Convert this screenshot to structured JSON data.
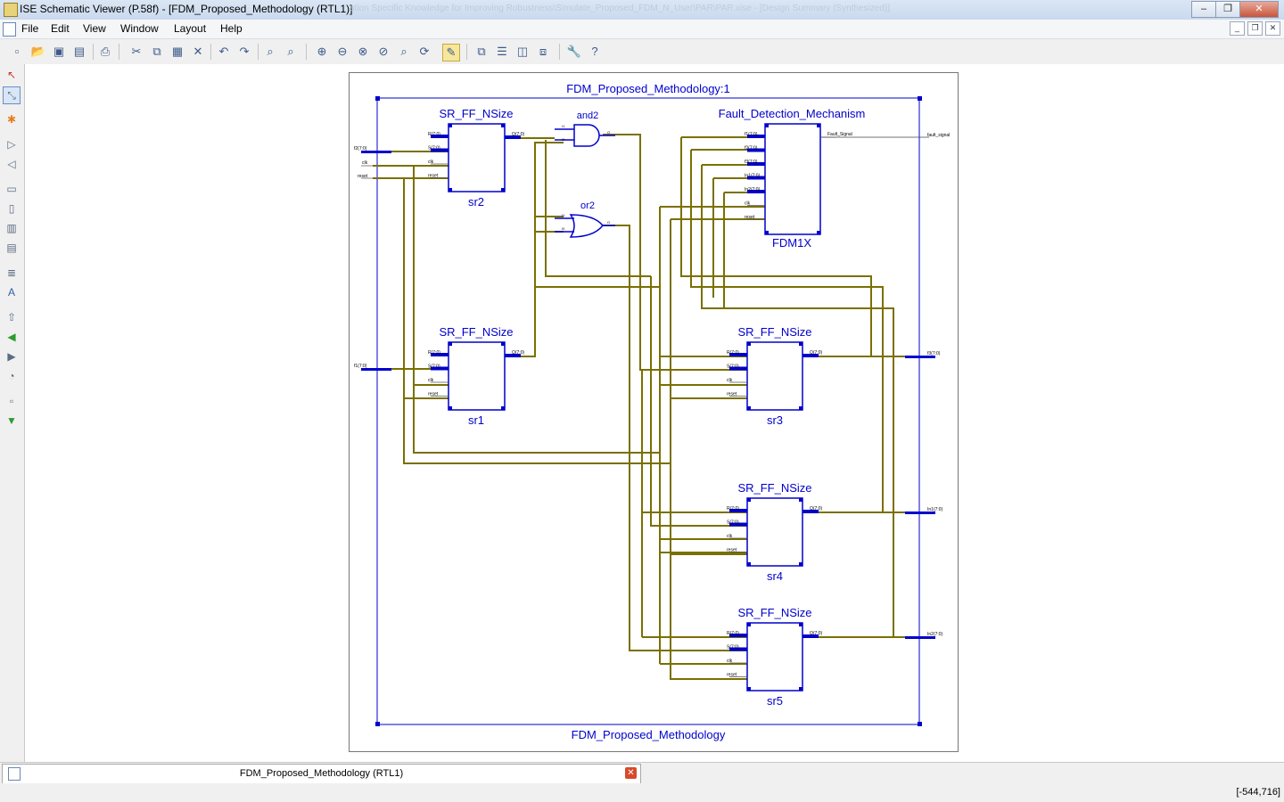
{
  "window": {
    "title": "ISE Schematic Viewer (P.58f) - [FDM_Proposed_Methodology (RTL1)]",
    "ghost_title": "ation Specific Knowledge for Improving Robustness\\Simulate_Proposed_FDM_N_User\\PAR\\PAR.xise - [Design Summary (Synthesized)]",
    "minimize": "–",
    "maximize": "❐",
    "close": "✕"
  },
  "menu": [
    "File",
    "Edit",
    "View",
    "Window",
    "Layout",
    "Help"
  ],
  "menu_access": [
    "F",
    "E",
    "V",
    "W",
    "L",
    "H"
  ],
  "toolbar_icons": [
    "new-file-icon",
    "open-file-icon",
    "save-icon",
    "save-all-icon",
    "print-icon",
    "cut-icon",
    "copy-icon",
    "paste-icon",
    "delete-icon",
    "undo-icon",
    "redo-icon",
    "find-icon",
    "find-next-icon",
    "zoom-in-icon",
    "zoom-out-icon",
    "zoom-full-icon",
    "zoom-to-selected-icon",
    "zoom-area-icon",
    "refresh-icon",
    "highlight-icon",
    "cascade-icon",
    "tile-horizontal-icon",
    "tile-vertical-icon",
    "arrange-icon",
    "options-icon",
    "context-help-icon"
  ],
  "left_tools": [
    "select-icon",
    "route-icon",
    "mark-icon",
    "add-input-icon",
    "add-output-icon",
    "add-instance-icon",
    "add-symbol-icon",
    "push-icon",
    "pop-icon",
    "properties-icon",
    "text-icon",
    "go-up-icon",
    "back-icon",
    "forward-icon",
    "history-icon",
    "view-hdl-icon",
    "run-icon"
  ],
  "schematic": {
    "top_instance": "FDM_Proposed_Methodology:1",
    "top_module": "FDM_Proposed_Methodology",
    "blocks": [
      {
        "id": "sr2",
        "type": "SR_FF_NSize",
        "instance": "sr2",
        "pins_in": [
          "R(7:0)",
          "S(7:0)",
          "clk",
          "reset"
        ],
        "pin_out": "Q(7:0)"
      },
      {
        "id": "sr1",
        "type": "SR_FF_NSize",
        "instance": "sr1",
        "pins_in": [
          "R(7:0)",
          "S(7:0)",
          "clk",
          "reset"
        ],
        "pin_out": "Q(7:0)"
      },
      {
        "id": "sr3",
        "type": "SR_FF_NSize",
        "instance": "sr3",
        "pins_in": [
          "R(7:0)",
          "S(7:0)",
          "clk",
          "reset"
        ],
        "pin_out": "Q(7:0)"
      },
      {
        "id": "sr4",
        "type": "SR_FF_NSize",
        "instance": "sr4",
        "pins_in": [
          "R(7:0)",
          "S(7:0)",
          "clk",
          "reset"
        ],
        "pin_out": "Q(7:0)"
      },
      {
        "id": "sr5",
        "type": "SR_FF_NSize",
        "instance": "sr5",
        "pins_in": [
          "R(7:0)",
          "S(7:0)",
          "clk",
          "reset"
        ],
        "pin_out": "Q(7:0)"
      },
      {
        "id": "fdm",
        "type": "Fault_Detection_Mechanism",
        "instance": "FDM1X",
        "pins_in": [
          "f1(7:0)",
          "f2(7:0)",
          "f3(7:0)",
          "In1(7:0)",
          "In2(7:0)",
          "clk",
          "reset"
        ],
        "pin_out": "Fault_Signal"
      }
    ],
    "gates": [
      {
        "id": "and2",
        "label": "and2",
        "pins": [
          "I1",
          "I0",
          "O"
        ]
      },
      {
        "id": "or2",
        "label": "or2",
        "pins": [
          "I1",
          "I0",
          "O"
        ]
      }
    ],
    "ports_in": [
      "f2(7:0)",
      "clk",
      "reset",
      "f1(7:0)"
    ],
    "ports_out": [
      "fault_signal",
      "f3(7:0)",
      "In1(7:0)",
      "In2(7:0)"
    ]
  },
  "tab": {
    "label": "FDM_Proposed_Methodology (RTL1)",
    "close": "✕"
  },
  "status": {
    "coords": "[-544,716]"
  },
  "colors": {
    "wire": "#7a7000",
    "symbol": "#0000cc",
    "port": "#0000cc",
    "sheet_border": "#777777"
  }
}
